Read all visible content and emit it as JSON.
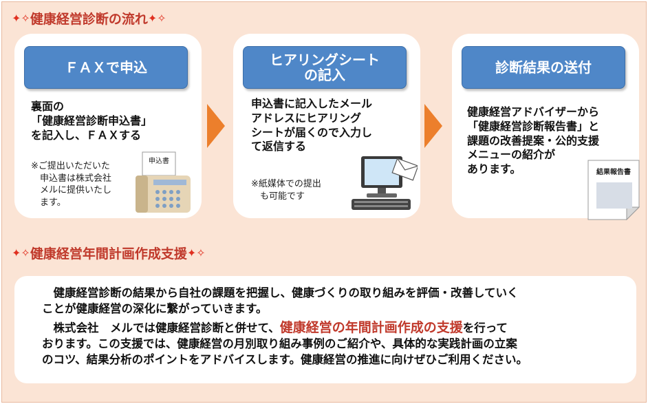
{
  "section1": {
    "title": "健康経営診断の流れ"
  },
  "steps": [
    {
      "title": "ＦＡＸで申込",
      "body": "裏面の\n「健康経営診断申込書」\nを記入し、ＦＡＸする",
      "note": "※ご提出いただいた\n　申込書は株式会社\n　メルに提供いたし\n　ます。",
      "illustration_label": "申込書"
    },
    {
      "title": "ヒアリングシート\nの記入",
      "body": "申込書に記入したメール\nアドレスにヒアリング\nシートが届くので入力し\nて返信する",
      "note": "※紙媒体での提出\n　も可能です"
    },
    {
      "title": "診断結果の送付",
      "body": "健康経営アドバイザーから\n「健康経営診断報告書」と\n課題の改善提案・公的支援\nメニューの紹介が\nあります。",
      "illustration_label": "結果報告書"
    }
  ],
  "section2": {
    "title": "健康経営年間計画作成支援",
    "paragraph1": "　健康経営診断の結果から自社の課題を把握し、健康づくりの取り組みを評価・改善していく\nことが健康経営の深化に繋がっていきます。",
    "paragraph2_pre": "　株式会社　メルでは健康経営診断と併せて、",
    "paragraph2_highlight": "健康経営の年間計画作成の支援",
    "paragraph2_post": "を行って\nおります。この支援では、健康経営の月別取り組み事例のご紹介や、具体的な実践計画の立案\nのコツ、結果分析のポイントをアドバイスします。健康経営の推進に向けぜひご利用ください。"
  },
  "colors": {
    "background": "#fbe4d5",
    "heading": "#c0392b",
    "pill": "#4f87c8",
    "arrow": "#ec7f2c",
    "highlight": "#c0392b"
  },
  "icons": [
    "sparkle-icon",
    "arrow-right-icon",
    "fax-machine-icon",
    "computer-icon",
    "envelope-icon",
    "report-document-icon"
  ]
}
